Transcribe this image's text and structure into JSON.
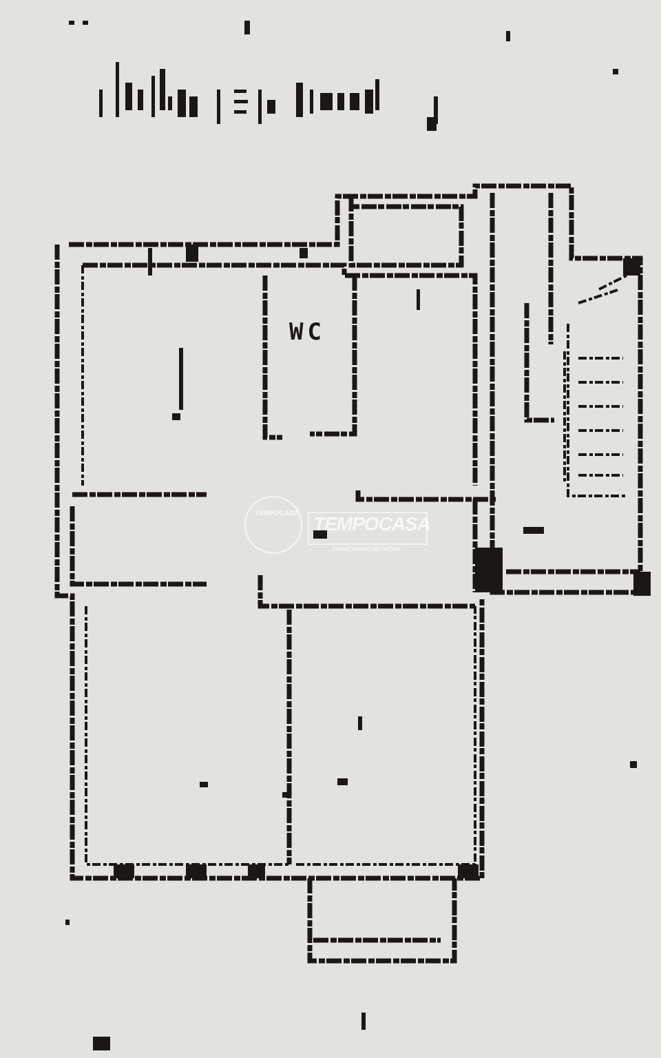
{
  "plan": {
    "room_label_wc": "WC"
  },
  "watermark": {
    "brand": "TEMPOCASA",
    "tagline": "FRANCHISING NETWORK",
    "logo_text": "TEMPOCASA"
  },
  "colors": {
    "paper": "#e2e2df",
    "ink": "#1c1717"
  }
}
